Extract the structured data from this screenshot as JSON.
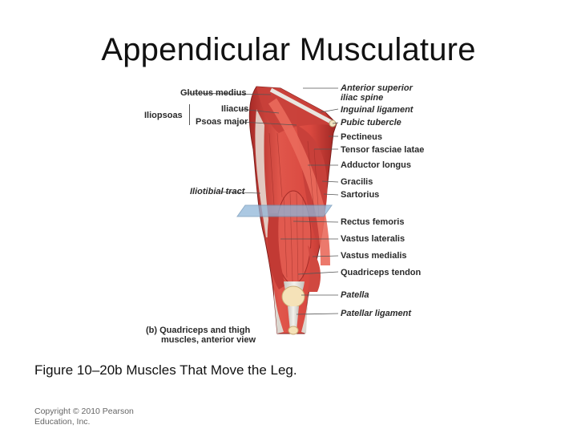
{
  "slide": {
    "title": "Appendicular Musculature",
    "caption": "Figure 10–20b Muscles That Move the Leg.",
    "copyright": "Copyright © 2010 Pearson Education, Inc."
  },
  "figure": {
    "panel_label_line1": "(b) Quadriceps and thigh",
    "panel_label_line2": "muscles, anterior view",
    "left_labels": {
      "gluteus_medius": "Gluteus medius",
      "iliopsoas": "Iliopsoas",
      "iliacus": "Iliacus",
      "psoas_major": "Psoas major",
      "iliotibial_tract": "Iliotibial tract"
    },
    "right_labels": {
      "anterior_superior_1": "Anterior superior",
      "anterior_superior_2": "iliac spine",
      "inguinal_ligament": "Inguinal ligament",
      "pubic_tubercle": "Pubic tubercle",
      "pectineus": "Pectineus",
      "tensor_fasciae_latae": "Tensor fasciae latae",
      "adductor_longus": "Adductor longus",
      "gracilis": "Gracilis",
      "sartorius": "Sartorius",
      "rectus_femoris": "Rectus femoris",
      "vastus_lateralis": "Vastus lateralis",
      "vastus_medialis": "Vastus medialis",
      "quadriceps_tendon": "Quadriceps tendon",
      "patella": "Patella",
      "patellar_ligament": "Patellar ligament"
    },
    "colors": {
      "muscle": "#d9483f",
      "muscle_dark": "#b32e2a",
      "tendon": "#e8e4dc",
      "cut_plane": "#8fb6d9",
      "leader_line": "#555555"
    }
  }
}
